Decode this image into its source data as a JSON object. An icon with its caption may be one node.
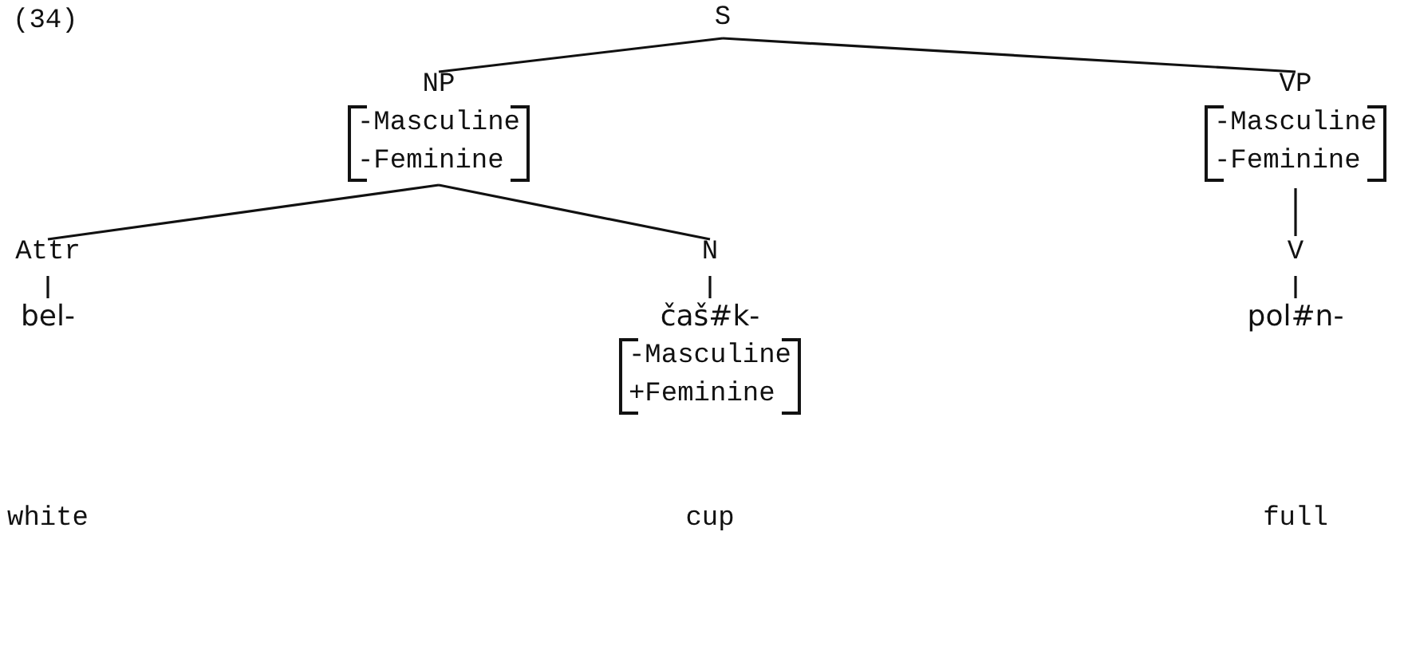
{
  "diagram": {
    "nodes": [
      {
        "text": [
          "S"
        ]
      },
      {
        "text": [
          "NP",
          "-Masculine",
          "-Feminine"
        ]
      },
      {
        "text": [
          "VP",
          "-Masculine",
          "-Feminine"
        ]
      },
      {
        "text": [
          "Attr"
        ]
      },
      {
        "text": [
          "N"
        ]
      },
      {
        "text": [
          "V"
        ]
      },
      {
        "text": [
          "bel-"
        ]
      },
      {
        "text": [
          "čaš#k-",
          "-Masculine",
          "+Feminine"
        ]
      },
      {
        "text": [
          "pol#n-"
        ]
      }
    ],
    "edges": [
      {
        "from": 0,
        "to": 1,
        "arrow": "none"
      },
      {
        "from": 0,
        "to": 2,
        "arrow": "none"
      },
      {
        "from": 1,
        "to": 3,
        "arrow": "none"
      },
      {
        "from": 1,
        "to": 4,
        "arrow": "none"
      },
      {
        "from": 2,
        "to": 5,
        "arrow": "none"
      },
      {
        "from": 3,
        "to": 6,
        "arrow": "none"
      },
      {
        "from": 4,
        "to": 7,
        "arrow": "none"
      },
      {
        "from": 5,
        "to": 8,
        "arrow": "none"
      }
    ],
    "labels": [
      "(34)",
      "white",
      "cup",
      "full"
    ]
  }
}
